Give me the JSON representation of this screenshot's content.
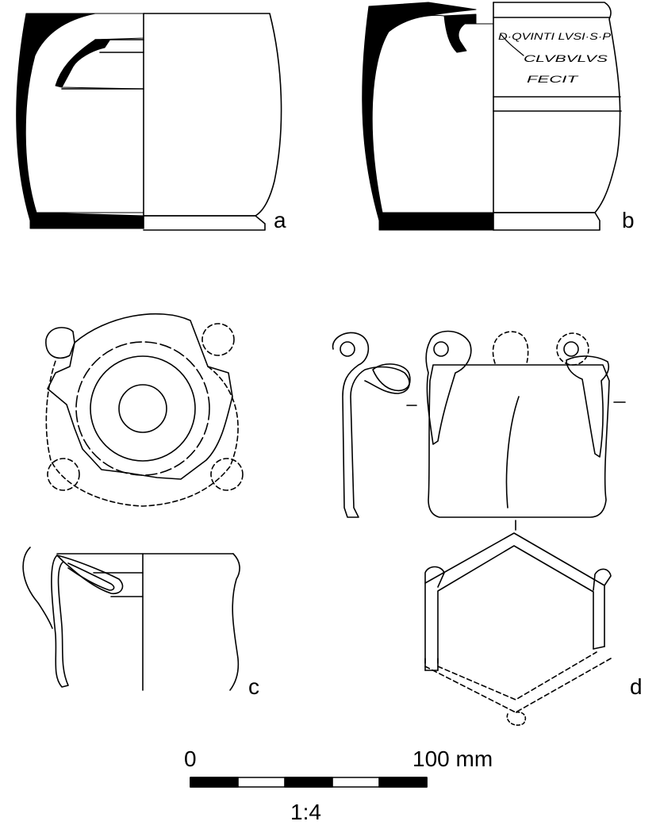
{
  "figure": {
    "labels": {
      "a": "a",
      "b": "b",
      "c": "c",
      "d": "d"
    },
    "inscription": {
      "line1": "D·QVINTI LVSI·S·P",
      "line2": "CLVBVLVS",
      "line3": "FECIT"
    },
    "scale": {
      "start": "0",
      "end": "100 mm",
      "ratio": "1:4"
    },
    "colors": {
      "ink": "#000000",
      "paper": "#ffffff"
    }
  }
}
